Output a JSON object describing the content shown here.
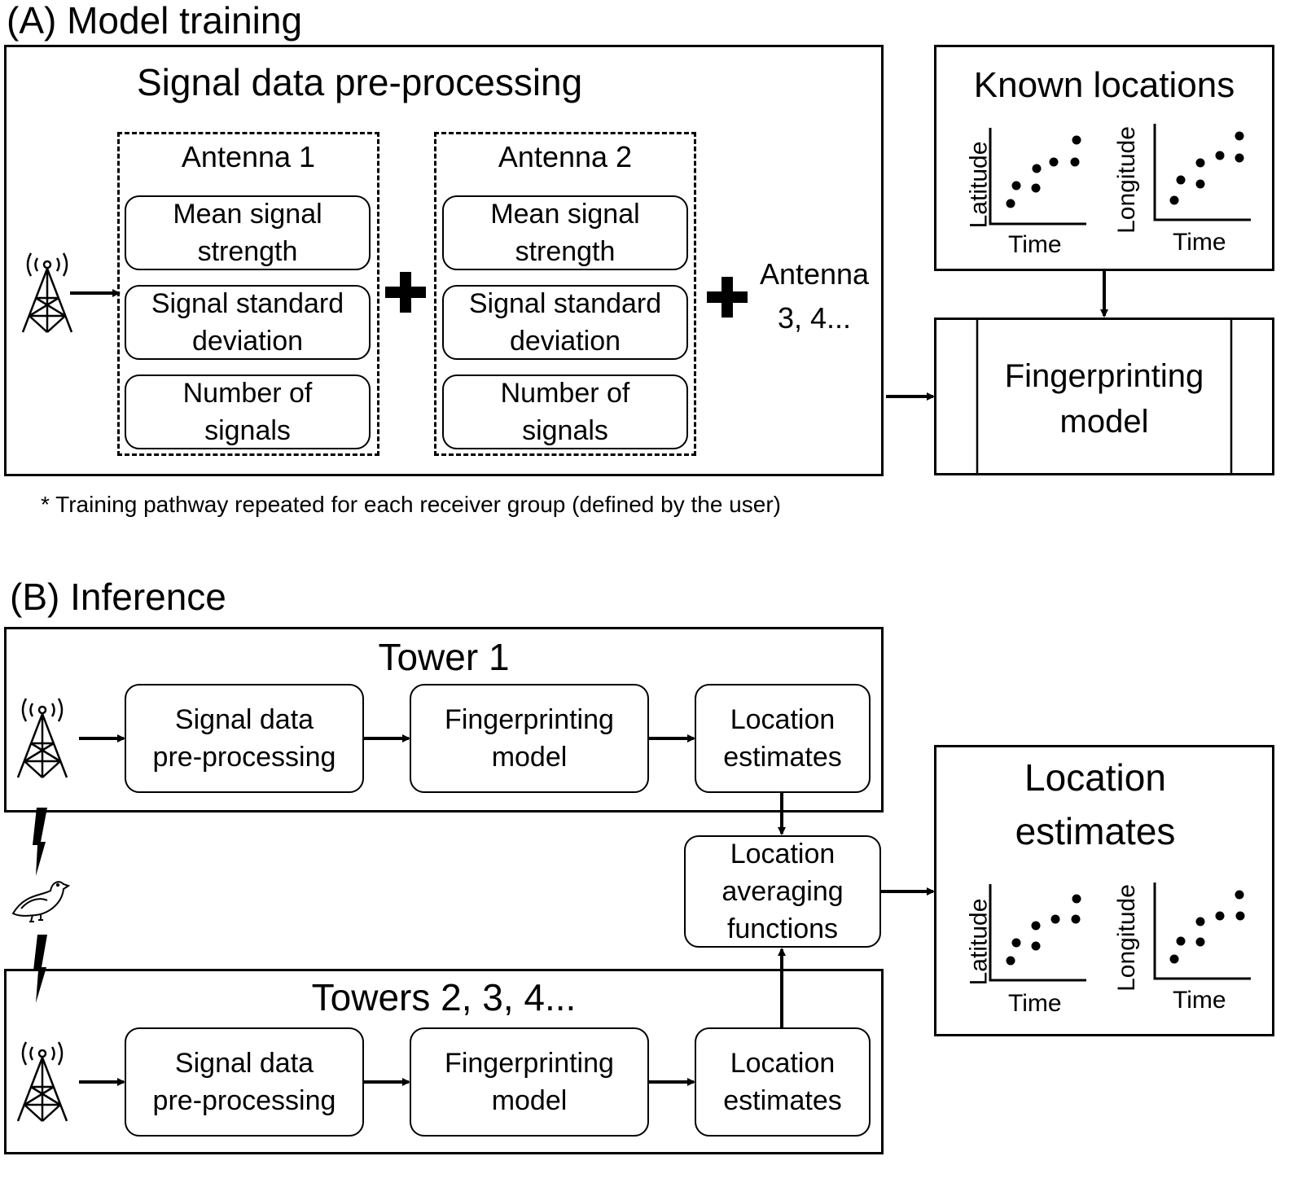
{
  "panel_a": {
    "title": "(A) Model training",
    "preprocessing_title": "Signal data pre-processing",
    "antennas": [
      {
        "label": "Antenna 1",
        "features": [
          [
            "Mean signal",
            "strength"
          ],
          [
            "Signal standard",
            "deviation"
          ],
          [
            "Number of",
            "signals"
          ]
        ]
      },
      {
        "label": "Antenna 2",
        "features": [
          [
            "Mean signal",
            "strength"
          ],
          [
            "Signal standard",
            "deviation"
          ],
          [
            "Number of",
            "signals"
          ]
        ]
      }
    ],
    "more_antennas": [
      "Antenna",
      "3, 4..."
    ],
    "known_locations_title": "Known locations",
    "fingerprinting_model": [
      "Fingerprinting",
      "model"
    ],
    "footnote": "* Training pathway repeated for each receiver group (defined by the user)"
  },
  "panel_b": {
    "title": "(B) Inference",
    "tower1_title": "Tower 1",
    "towers_more_title": "Towers 2, 3, 4...",
    "pipeline": [
      [
        "Signal data",
        "pre-processing"
      ],
      [
        "Fingerprinting",
        "model"
      ],
      [
        "Location",
        "estimates"
      ]
    ],
    "averaging": [
      "Location",
      "averaging",
      "functions"
    ],
    "output_title": [
      "Location",
      "estimates"
    ]
  },
  "mini_plots": {
    "latitude_label": "Latitude",
    "longitude_label": "Longitude",
    "time_label": "Time"
  }
}
